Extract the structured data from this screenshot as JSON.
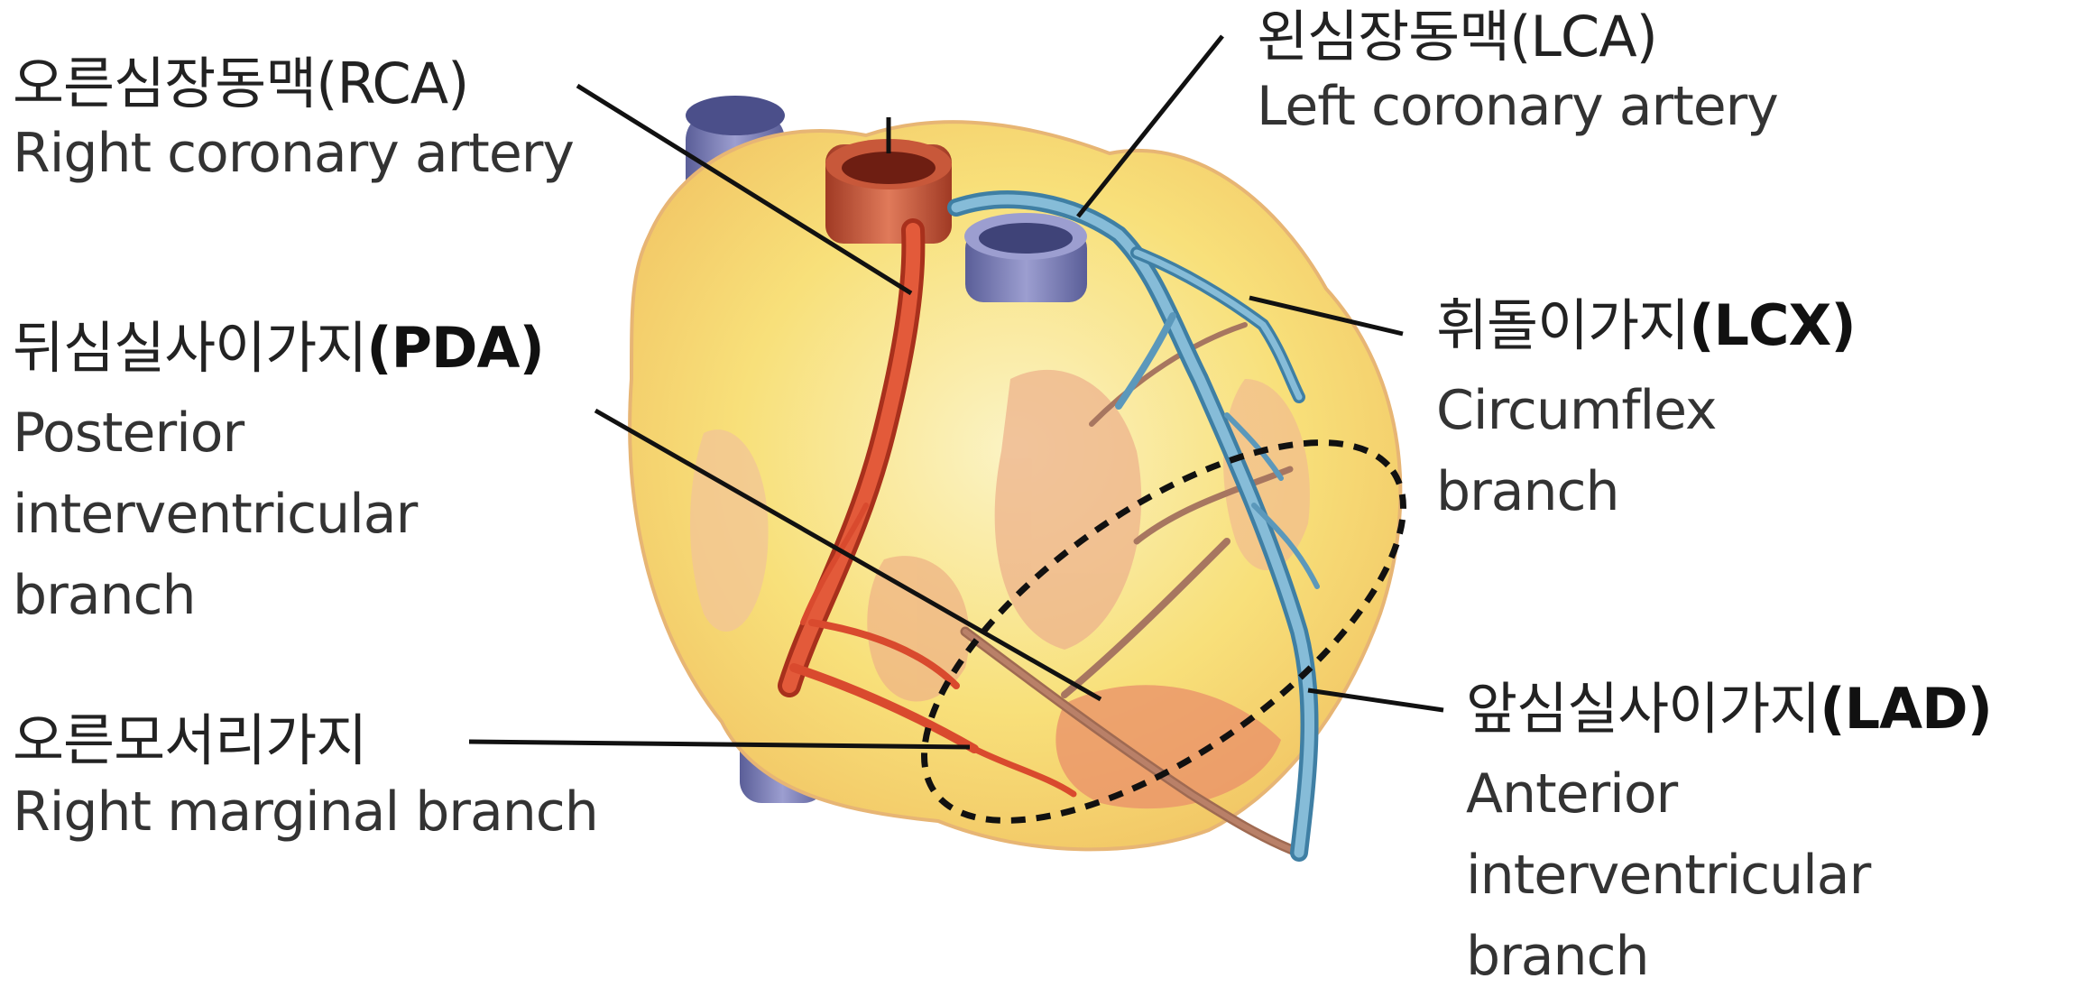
{
  "labels": {
    "rca": {
      "ko": "오른심장동맥",
      "abbr": "(RCA)",
      "en": [
        "Right coronary artery"
      ]
    },
    "lca": {
      "ko": "왼심장동맥",
      "abbr": "(LCA)",
      "en": [
        "Left coronary artery"
      ]
    },
    "pda": {
      "ko": "뒤심실사이가지",
      "abbr": "(PDA)",
      "en": [
        "Posterior",
        "interventricular",
        "branch"
      ]
    },
    "lcx": {
      "ko": "휘돌이가지",
      "abbr": "(LCX)",
      "en": [
        "Circumflex",
        "branch"
      ]
    },
    "rmb": {
      "ko": "오른모서리가지",
      "abbr": "",
      "en": [
        "Right marginal branch"
      ]
    },
    "lad": {
      "ko": "앞심실사이가지",
      "abbr": "(LAD)",
      "en": [
        "Anterior",
        "interventricular",
        "branch"
      ]
    }
  },
  "colors": {
    "heart_fill": "#f8e07a",
    "heart_muscle": "#eaa07a",
    "artery_red": "#d9442a",
    "artery_blue": "#6fa9c9",
    "vein_purple": "#7d7fb0",
    "aorta_red": "#b8452d",
    "leader_line": "#111111"
  }
}
